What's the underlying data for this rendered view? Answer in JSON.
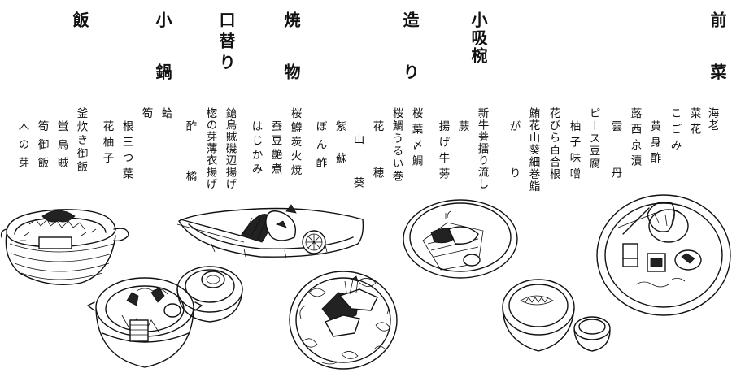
{
  "courses": {
    "zensai": {
      "title": "前　菜",
      "items": [
        "海老",
        "菜花",
        "こごみ",
        "黄身酢",
        "蕗西京漬",
        "雲丹",
        "ピース豆腐",
        "柚子味噌",
        "花びら百合根",
        "鮪花山葵細巻鮨",
        "がり"
      ]
    },
    "suimono": {
      "title": "小吸椀",
      "items": [
        "新牛蒡擂り流し",
        "蕨"
      ]
    },
    "tsukuri": {
      "title": "造　り",
      "items": [
        "揚げ牛蒡",
        "桜葉〆鯛",
        "桜鯛うるい巻",
        "花穂",
        "山葵"
      ]
    },
    "yakimono": {
      "title": "焼　物",
      "items": [
        "紫蘇",
        "ぼん酢",
        "桜鱒炭火焼",
        "蚕豆艶煮",
        "はじかみ"
      ]
    },
    "kuchi": {
      "title": "口替り",
      "items": [
        "鎗烏賊磯辺揚げ",
        "楤の芽薄衣揚げ",
        "酢橘"
      ]
    },
    "konabe": {
      "title": "小　鍋",
      "items": [
        "蛤",
        "筍",
        "根三つ葉",
        "花柚子"
      ]
    },
    "meshi": {
      "title": "飯",
      "items": [
        "釜炊き御飯",
        "蛍烏賊",
        "筍御飯",
        "木の芽"
      ]
    }
  }
}
